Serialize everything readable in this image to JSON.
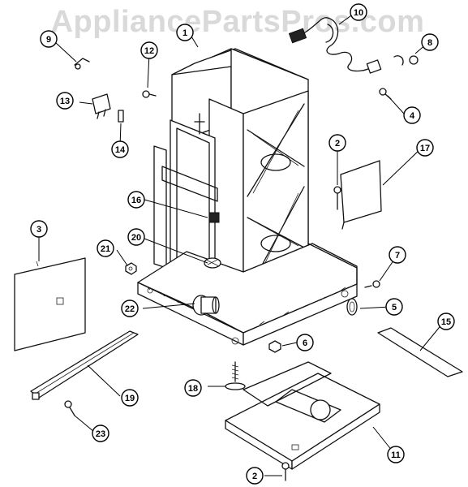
{
  "watermark": "AppliancePartsPros.com",
  "callouts": [
    {
      "id": "c1",
      "label": "1"
    },
    {
      "id": "c2a",
      "label": "2"
    },
    {
      "id": "c2b",
      "label": "2"
    },
    {
      "id": "c3",
      "label": "3"
    },
    {
      "id": "c4",
      "label": "4"
    },
    {
      "id": "c5",
      "label": "5"
    },
    {
      "id": "c6",
      "label": "6"
    },
    {
      "id": "c7",
      "label": "7"
    },
    {
      "id": "c8",
      "label": "8"
    },
    {
      "id": "c9",
      "label": "9"
    },
    {
      "id": "c10",
      "label": "10"
    },
    {
      "id": "c11",
      "label": "11"
    },
    {
      "id": "c12",
      "label": "12"
    },
    {
      "id": "c13",
      "label": "13"
    },
    {
      "id": "c14",
      "label": "14"
    },
    {
      "id": "c15",
      "label": "15"
    },
    {
      "id": "c16",
      "label": "16"
    },
    {
      "id": "c17",
      "label": "17"
    },
    {
      "id": "c18",
      "label": "18"
    },
    {
      "id": "c19",
      "label": "19"
    },
    {
      "id": "c20",
      "label": "20"
    },
    {
      "id": "c21",
      "label": "21"
    },
    {
      "id": "c22",
      "label": "22"
    },
    {
      "id": "c23",
      "label": "23"
    }
  ]
}
